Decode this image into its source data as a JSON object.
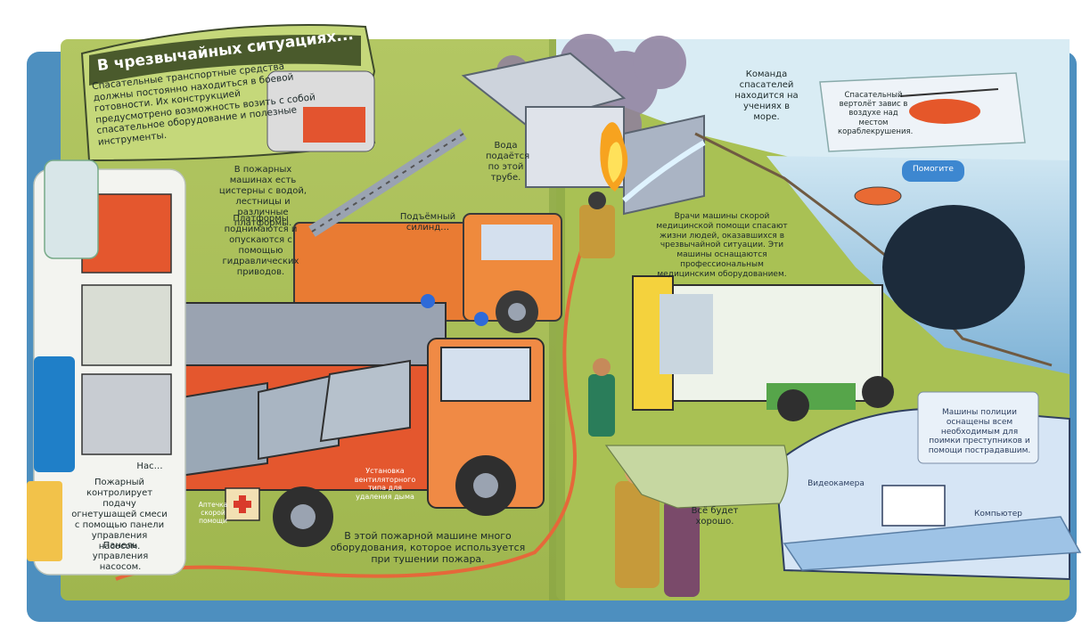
{
  "title": "В чрезвычайных ситуациях...",
  "intro": "Спасательные транспортные средства должны постоянно находиться в боевой готовности. Их конструкцией предусмотрено возможность возить с собой спасательное оборудование и полезные инструменты.",
  "labels": {
    "tanks": "В пожарных машинах есть цистерны с водой, лестницы и различные платформы.",
    "platforms": "Платформы поднимаются и опускаются с помощью гидравлических приводов.",
    "lift": "Подъёмный силинд…",
    "water": "Вода подаётся по этой трубе.",
    "equipment": "В этой пожарной машине много оборудования, которое используется при тушении пожара.",
    "fan": "Установка вентиляторного типа для удаления дыма",
    "firstaid": "Аптечка скорой помощи",
    "firefighter": "Пожарный контролирует подачу огнетушащей смеси с помощью панели управления насосом.",
    "panel": "Панель управления насосом.",
    "doctors": "Врачи машины скорой медицинской помощи спасают жизни людей, оказавшихся в чрезвычайной ситуации. Эти машины оснащаются профессиональным медицинским оборудованием.",
    "team": "Команда спасателей находится на учениях в море.",
    "helicopter": "Спасательный вертолёт завис в воздухе над местом кораблекрушения.",
    "police": "Машины полиции оснащены всем необходимым для поимки преступников и помощи пострадавшим.",
    "camera": "Видеокамера",
    "computer": "Компьютер",
    "assure": "Всё будет хорошо.",
    "help": "Помогите",
    "hatch_small": "Нас…"
  }
}
